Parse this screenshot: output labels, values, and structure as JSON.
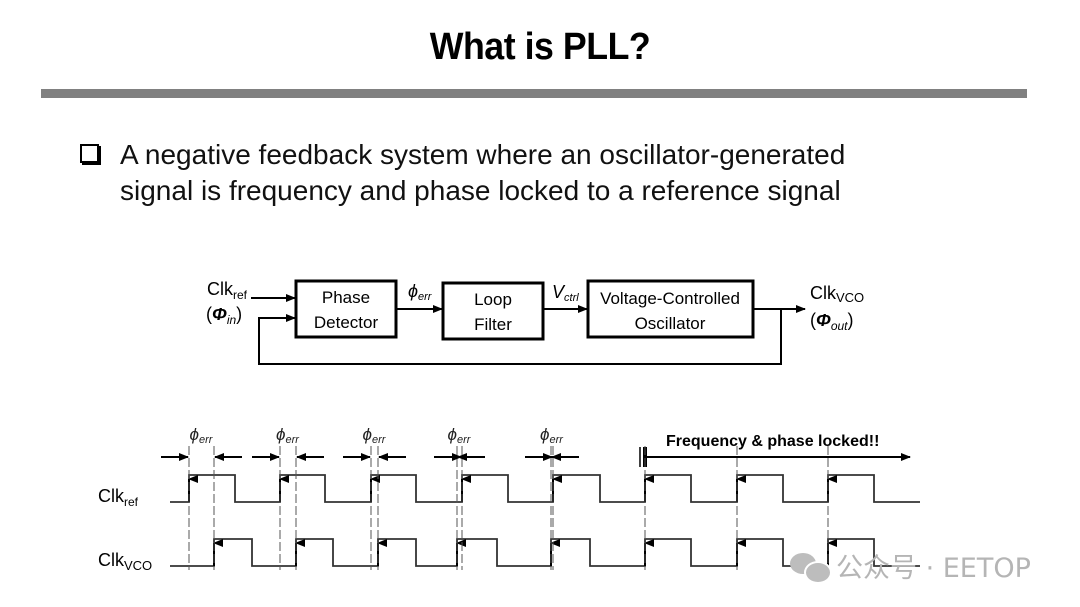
{
  "slide": {
    "title": "What is PLL?",
    "bullet": {
      "line1": "A negative feedback system where an oscillator-generated",
      "line2": "signal is frequency and phase locked to a reference signal"
    }
  },
  "block_diagram": {
    "input": {
      "name": "Clk",
      "sub": "ref",
      "phase": "Φ",
      "phase_sub": "in"
    },
    "blocks": [
      {
        "line1": "Phase",
        "line2": "Detector"
      },
      {
        "line1": "Loop",
        "line2": "Filter"
      },
      {
        "line1": "Voltage-Controlled",
        "line2": "Oscillator"
      }
    ],
    "signals": [
      {
        "name": "ϕ",
        "sub": "err"
      },
      {
        "name": "V",
        "sub": "ctrl"
      }
    ],
    "output": {
      "name": "Clk",
      "sub": "VCO",
      "phase": "Φ",
      "phase_sub": "out"
    }
  },
  "timing_diagram": {
    "rows": [
      {
        "name": "Clk",
        "sub": "ref"
      },
      {
        "name": "Clk",
        "sub": "VCO"
      }
    ],
    "phase_error_label": {
      "name": "ϕ",
      "sub": "err"
    },
    "phase_error_count": 5,
    "locked_label": "Frequency & phase locked!!",
    "ref_edges": {
      "rise": [
        189,
        280,
        371,
        462,
        553,
        645,
        737,
        828
      ],
      "fall": [
        235,
        325,
        416,
        508,
        600,
        691,
        783,
        874
      ]
    },
    "vco_edges": {
      "rise": [
        214,
        296,
        378,
        457,
        551,
        645,
        737,
        828
      ],
      "fall": [
        252,
        333,
        416,
        497,
        590,
        691,
        783,
        874
      ]
    }
  },
  "watermark": {
    "text": "公众号 · EETOP"
  }
}
